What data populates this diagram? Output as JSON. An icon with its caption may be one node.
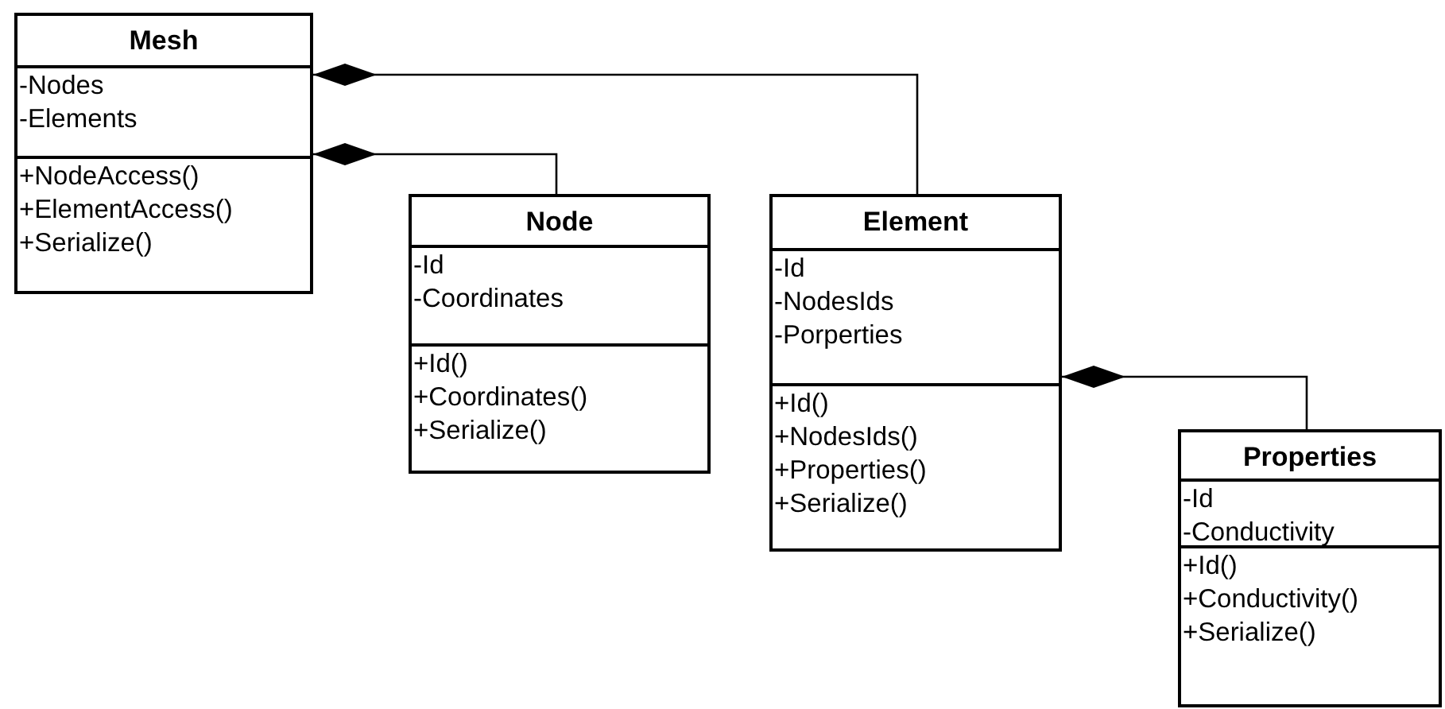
{
  "diagram": {
    "nodes": [
      {
        "text": [
          "Mesh"
        ]
      },
      {
        "text": [
          "-Nodes",
          "-Elements"
        ],
        "in": 0
      },
      {
        "text": [
          "+NodeAccess()",
          "+ElementAccess()",
          "+Serialize()"
        ],
        "in": 0
      },
      {
        "text": [
          "Node"
        ]
      },
      {
        "text": [
          "-Id",
          "-Coordinates"
        ],
        "in": 3
      },
      {
        "text": [
          "+Id()",
          "+Coordinates()",
          "+Serialize()"
        ],
        "in": 3
      },
      {
        "text": [
          "Element"
        ]
      },
      {
        "text": [
          "-Id",
          "-NodesIds",
          "-Porperties"
        ],
        "in": 6
      },
      {
        "text": [
          "+Id()",
          "+NodesIds()",
          "+Properties()",
          "+Serialize()"
        ],
        "in": 6
      },
      {
        "text": [
          "Properties"
        ]
      },
      {
        "text": [
          "-Id",
          "-Conductivity"
        ],
        "in": 9
      },
      {
        "text": [
          "+Id()",
          "+Conductivity()",
          "+Serialize()"
        ],
        "in": 9
      }
    ],
    "edges": [
      {
        "from": 0,
        "to": 6,
        "arrow": "other"
      },
      {
        "from": 0,
        "to": 3,
        "arrow": "other"
      },
      {
        "from": 6,
        "to": 9,
        "arrow": "other"
      }
    ]
  }
}
